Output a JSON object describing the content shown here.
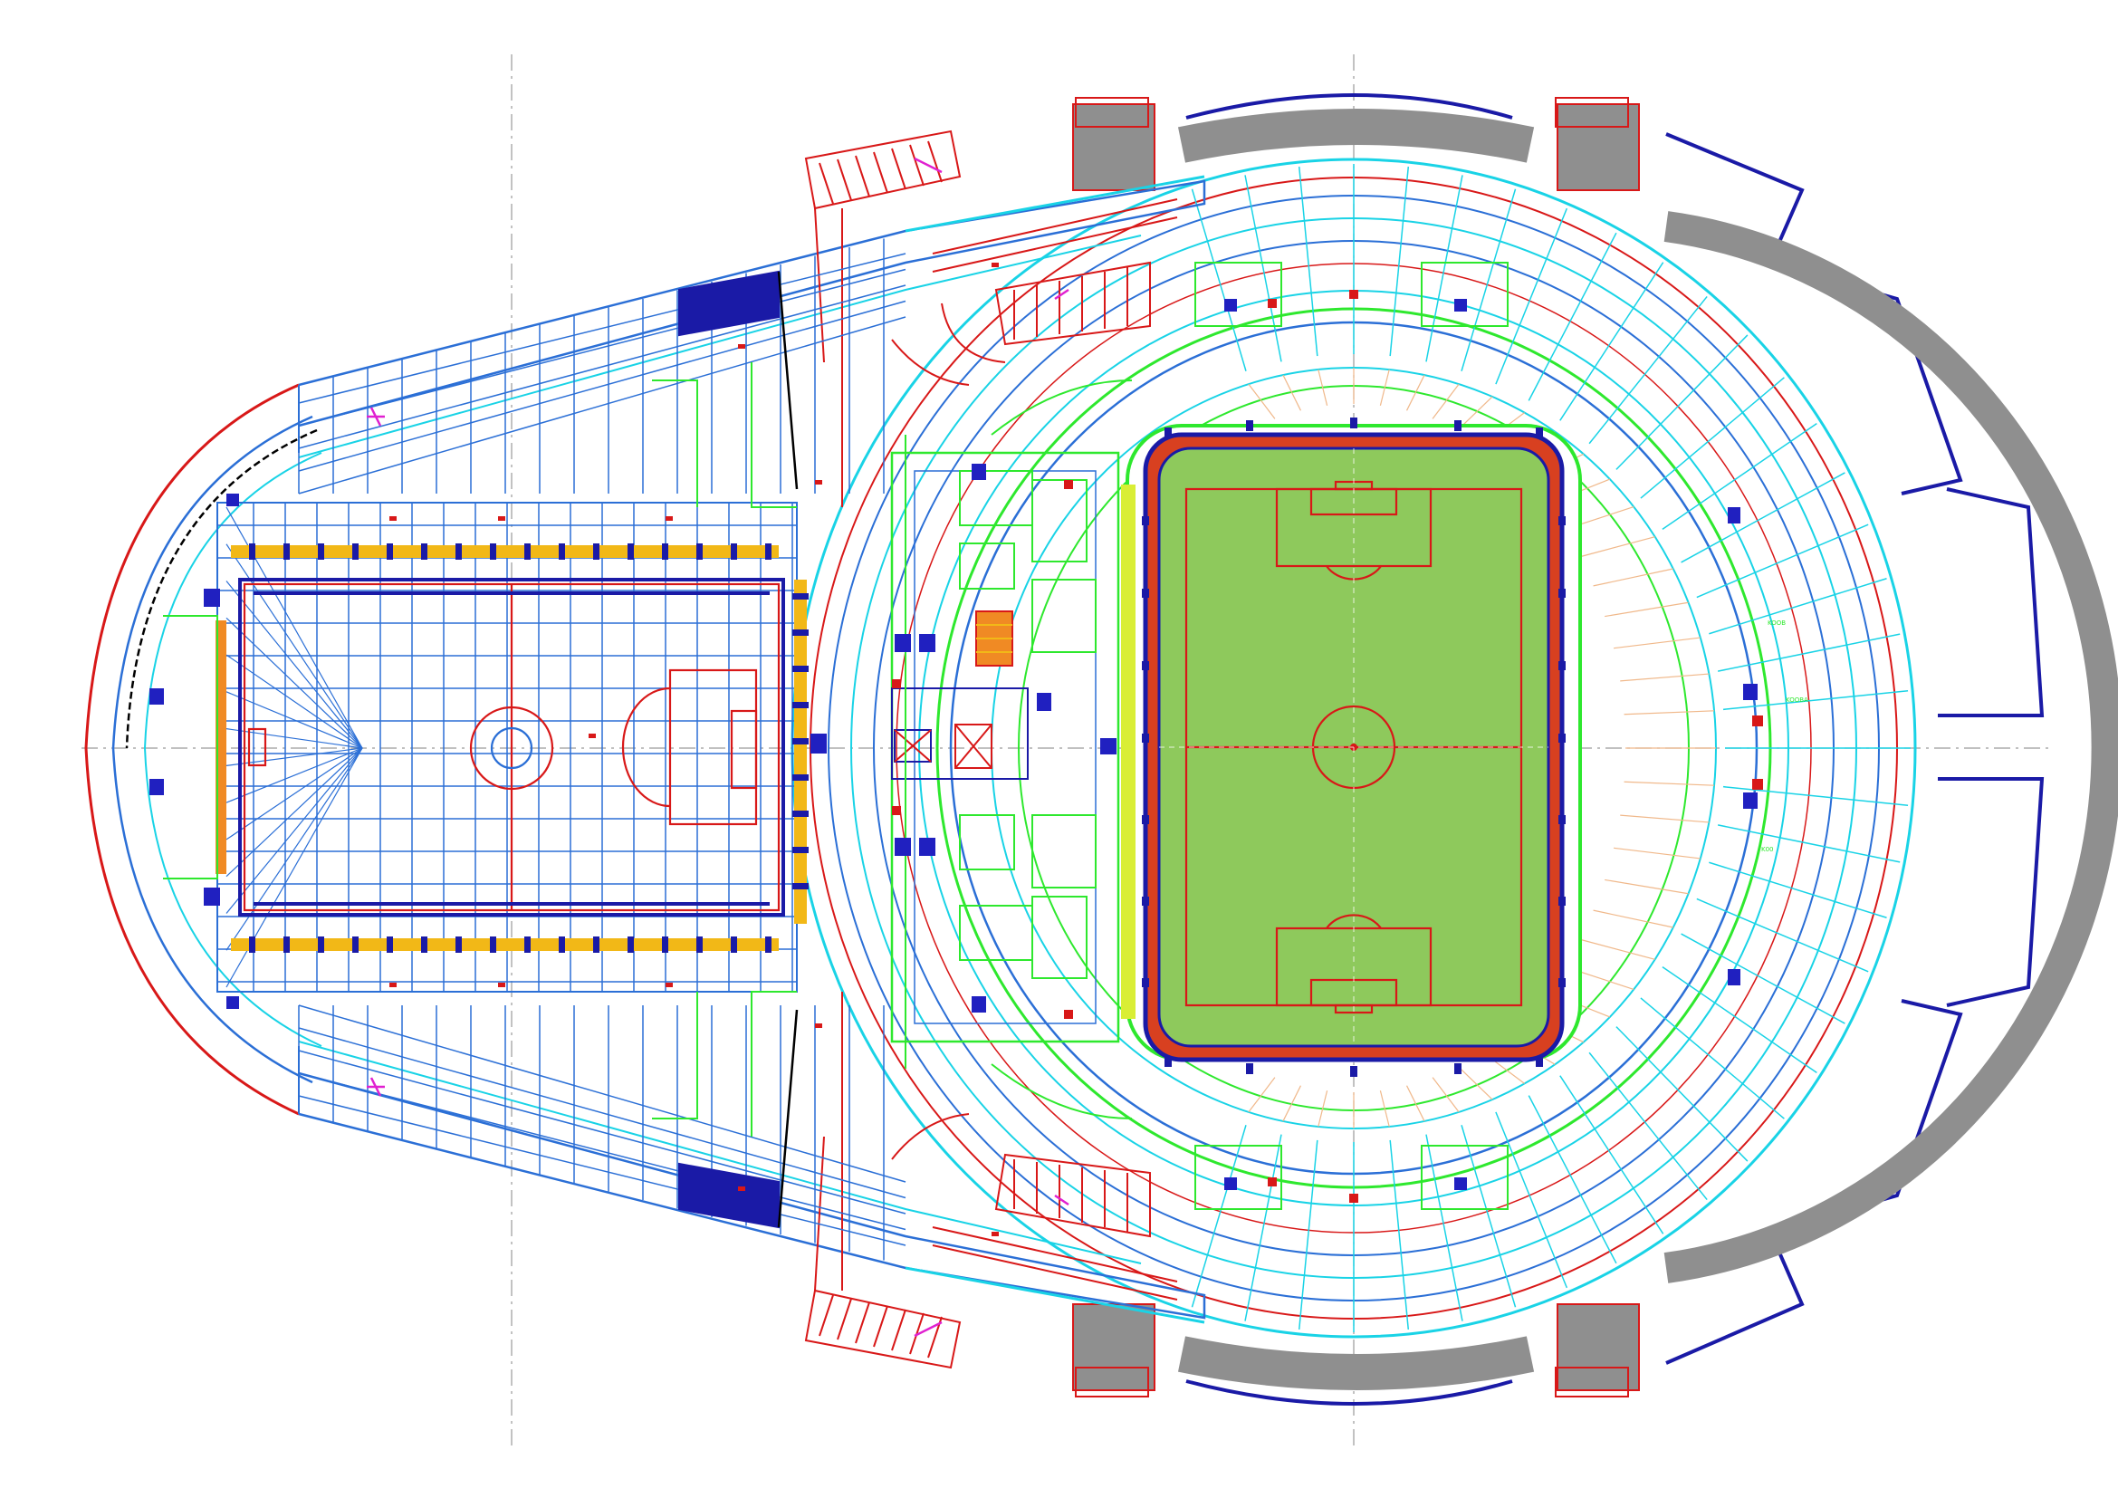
{
  "drawing": {
    "kind": "architectural floor plan",
    "colors": {
      "background": "#ffffff",
      "outline_dark": "#1a1aa6",
      "grid_blue": "#2b6fd6",
      "cyan": "#19d3e6",
      "red": "#d81818",
      "green_line": "#2ee82e",
      "pitch_green": "#8ec95c",
      "yellow": "#f2b817",
      "orange": "#f08a24",
      "grey_block": "#8f8f8f",
      "tan_line": "#f0b88a",
      "lime": "#d9ee35",
      "magenta": "#e020d0"
    },
    "labels": {
      "side_label_1": "KOOB",
      "side_label_2": "KOOBA",
      "side_label_3": "K00"
    }
  }
}
